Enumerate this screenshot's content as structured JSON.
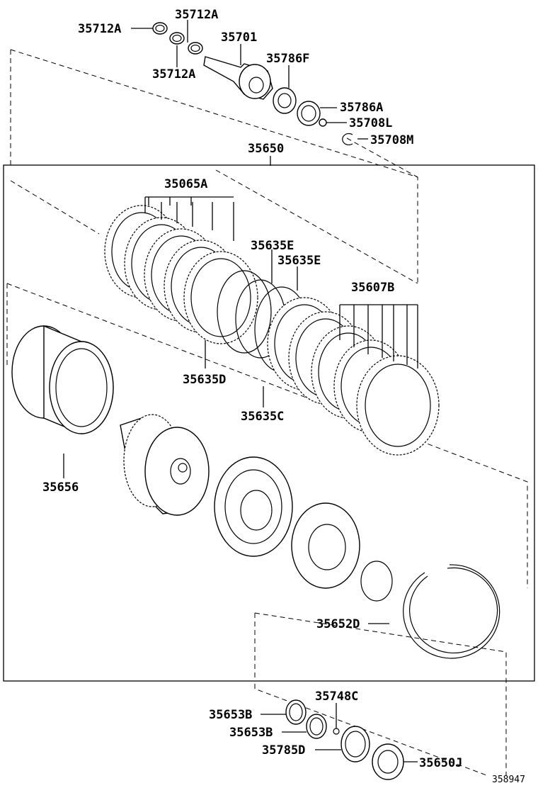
{
  "figure_id": "358947",
  "labels": {
    "p35712A_1": "35712A",
    "p35712A_2": "35712A",
    "p35712A_3": "35712A",
    "p35701": "35701",
    "p35786F": "35786F",
    "p35786A": "35786A",
    "p35708L": "35708L",
    "p35708M": "35708M",
    "p35650": "35650",
    "p35065A": "35065A",
    "p35635E_1": "35635E",
    "p35635E_2": "35635E",
    "p35607B": "35607B",
    "p35635D": "35635D",
    "p35635C": "35635C",
    "p35656": "35656",
    "p35652D": "35652D",
    "p35748C": "35748C",
    "p35653B_1": "35653B",
    "p35653B_2": "35653B",
    "p35785D": "35785D",
    "p35650J": "35650J"
  }
}
